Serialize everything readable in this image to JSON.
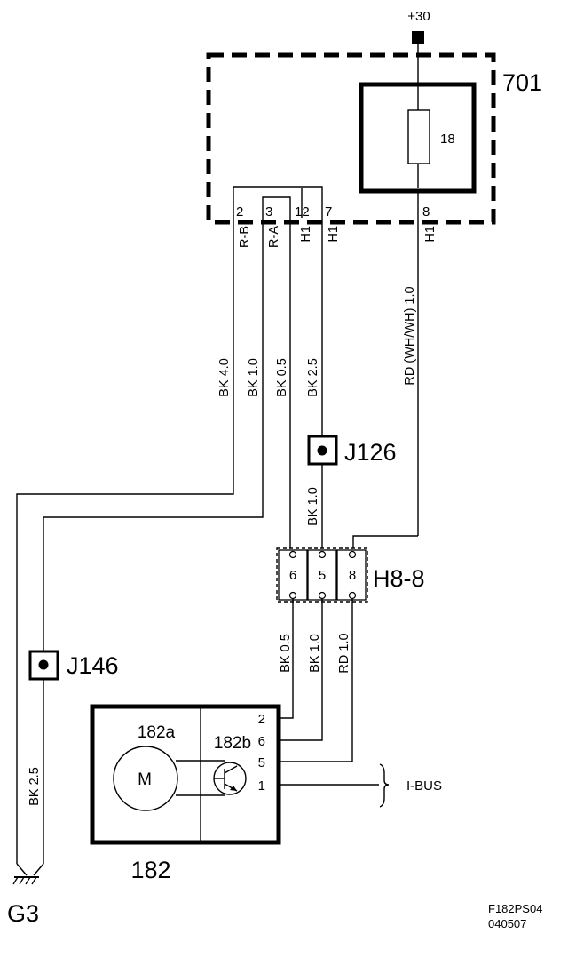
{
  "supply": {
    "label": "+30"
  },
  "box701": {
    "label": "701",
    "fuse": "18",
    "pins": [
      "2",
      "3",
      "12",
      "7",
      "8"
    ]
  },
  "pin_labels": {
    "p2": "R-B",
    "p3": "R-A",
    "p12": "H1",
    "p7": "H1",
    "p8": "H1"
  },
  "wires": {
    "w1": "BK 4.0",
    "w2": "BK 1.0",
    "w3": "BK 0.5",
    "w4": "BK 2.5",
    "w5": "RD (WH/WH) 1.0",
    "w6": "BK 1.0",
    "w7": "BK 0.5",
    "w8": "BK 1.0",
    "w9": "RD 1.0",
    "w10": "BK 2.5"
  },
  "splices": {
    "j126": "J126",
    "j146": "J146"
  },
  "connector": {
    "label": "H8-8",
    "pins": [
      "6",
      "5",
      "8"
    ]
  },
  "component182": {
    "label": "182",
    "part_a": "182a",
    "part_b": "182b",
    "motor": "M",
    "pins": [
      "2",
      "6",
      "5",
      "1"
    ],
    "bus": "I-BUS"
  },
  "ground": {
    "label": "G3"
  },
  "reference": {
    "line1": "F182PS04",
    "line2": "040507"
  }
}
